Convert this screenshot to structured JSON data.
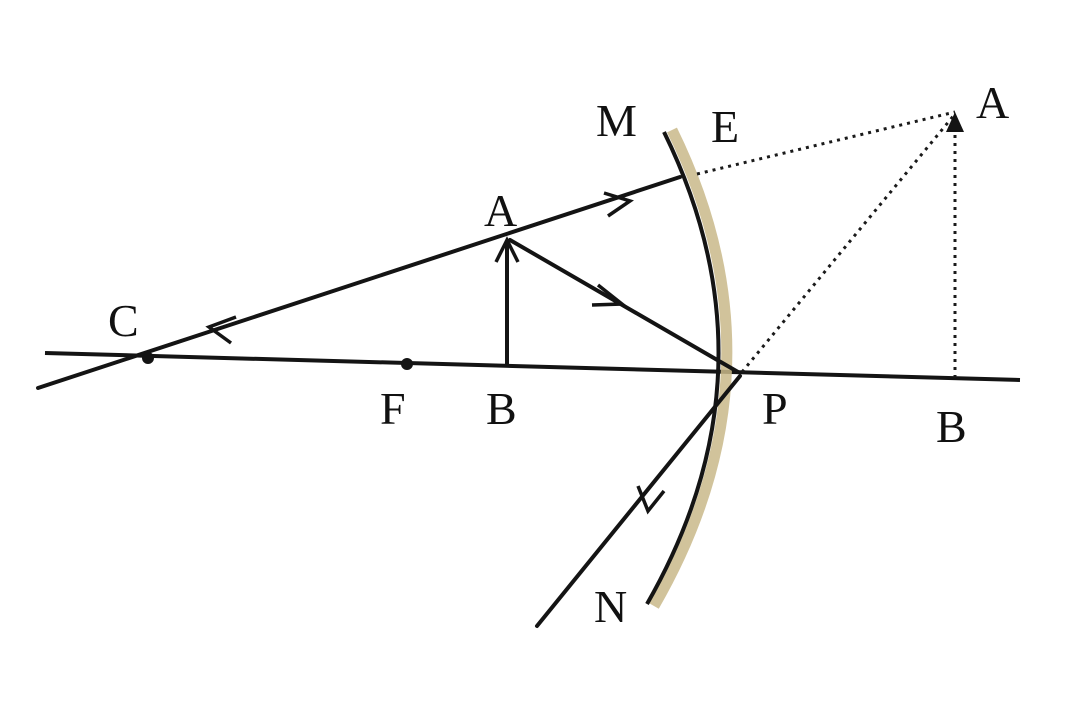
{
  "labels": {
    "M": "M",
    "E": "E",
    "A_image": "A",
    "A_object": "A",
    "C": "C",
    "F": "F",
    "B_object": "B",
    "P": "P",
    "B_image": "B",
    "N": "N"
  },
  "colors": {
    "ink": "#141414",
    "mirror_back": "#c9b98a"
  }
}
